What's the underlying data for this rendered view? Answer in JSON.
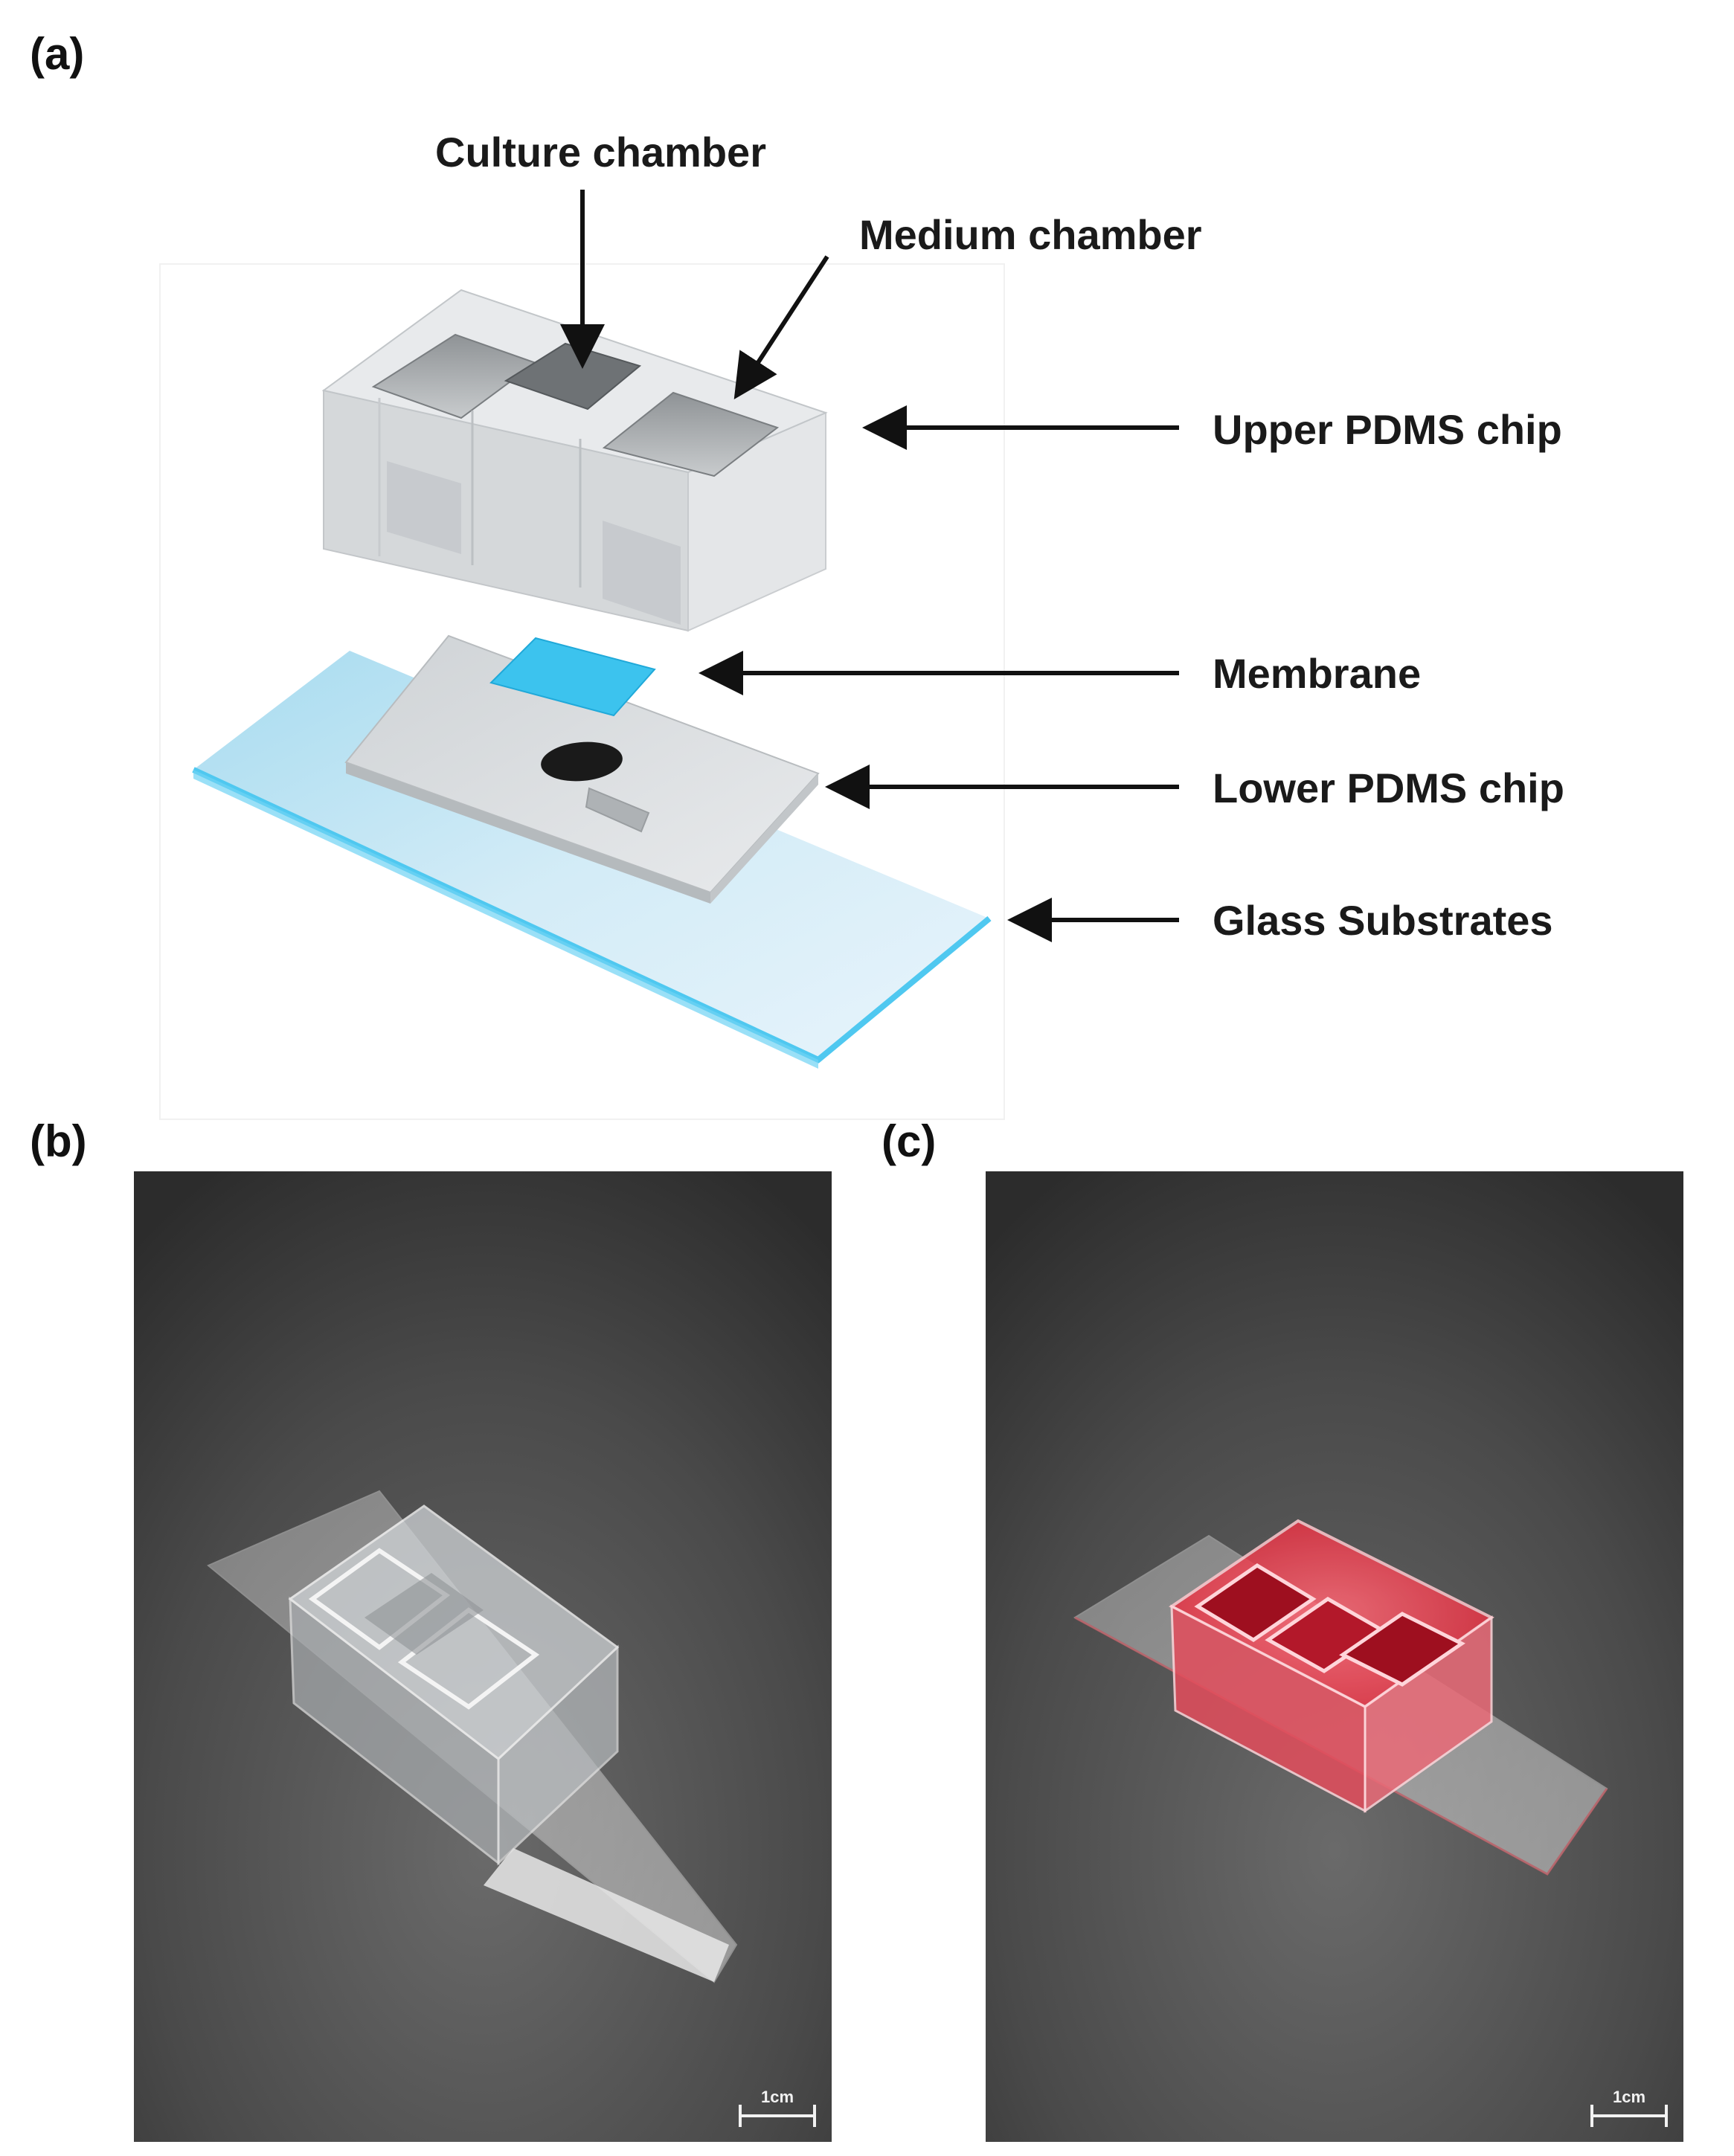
{
  "panels": {
    "a": {
      "label": "(a)"
    },
    "b": {
      "label": "(b)"
    },
    "c": {
      "label": "(c)"
    }
  },
  "diagram": {
    "callouts": {
      "culture_chamber": "Culture chamber",
      "medium_chamber": "Medium chamber",
      "upper_chip": "Upper PDMS chip",
      "membrane": "Membrane",
      "lower_chip": "Lower PDMS chip",
      "glass": "Glass Substrates"
    },
    "colors": {
      "membrane": "#3cc3ee",
      "glass_edge": "#5fd0f2",
      "glass_fill": "#cfeaf6",
      "pdms": "#d6d9dc"
    }
  },
  "photos": {
    "b": {
      "scale_bar": "1cm",
      "contents": "clear"
    },
    "c": {
      "scale_bar": "1cm",
      "contents": "red medium",
      "medium_color": "#e0283a"
    }
  }
}
